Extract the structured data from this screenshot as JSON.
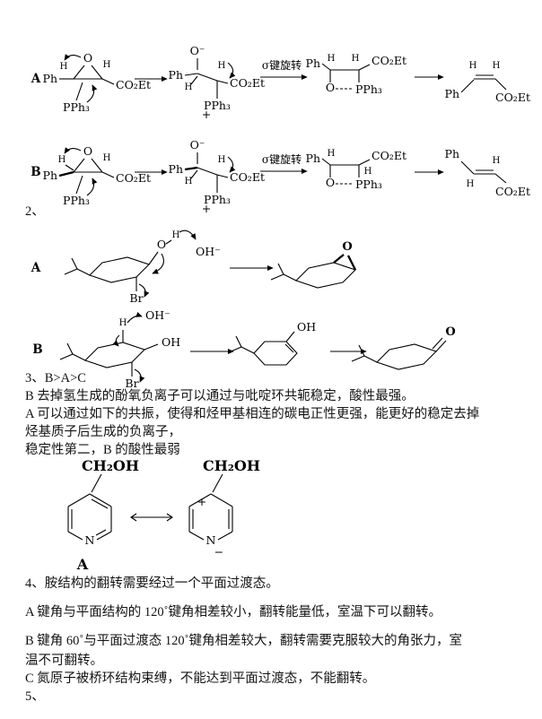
{
  "chem": {
    "O": "O",
    "O_minus": "O⁻",
    "Ph": "Ph",
    "H": "H",
    "CO2Et": "CO₂Et",
    "PPh3": "PPh₃",
    "plus": "+",
    "minus": "−",
    "OH": "OH",
    "OH_minus": "OH⁻",
    "Br": "Br",
    "CH2OH": "CH₂OH",
    "N": "N"
  },
  "wittig": {
    "rowA_label": "A",
    "rowB_label": "B",
    "sigma_label": "σ键旋转"
  },
  "s2": {
    "number": "2、",
    "schemeA_label": "A",
    "schemeB_label": "B"
  },
  "s3": {
    "title": "3、B>A>C",
    "line1": "B 去掉氢生成的酚氧负离子可以通过与吡啶环共轭稳定，酸性最强。",
    "line2": "A 可以通过如下的共振，使得和烃甲基相连的碳电正性更强，能更好的稳定去掉",
    "line3": "烃基质子后生成的负离子，",
    "line4": "稳定性第二，B 的酸性最弱",
    "structure_label": "A"
  },
  "s4": {
    "line1": "4、胺结构的翻转需要经过一个平面过渡态。",
    "line2": "A 键角与平面结构的 120˚键角相差较小，翻转能量低，室温下可以翻转。",
    "line3": "B 键角 60˚与平面过渡态 120˚键角相差较大，翻转需要克服较大的角张力，室",
    "line4": "温不可翻转。",
    "line5": "C 氮原子被桥环结构束缚，不能达到平面过渡态，不能翻转。"
  },
  "s5": {
    "number": "5、"
  }
}
